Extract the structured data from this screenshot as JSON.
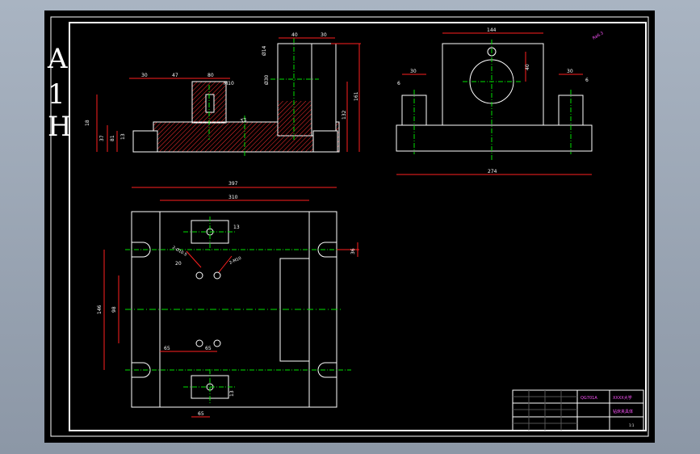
{
  "sheet": {
    "side_label": [
      "A",
      "1",
      "H"
    ],
    "note": "Ra6.3"
  },
  "front_view": {
    "dims": [
      "30",
      "47",
      "80",
      "M10",
      "40",
      "30",
      "Ø14",
      "Ø30",
      "161",
      "132",
      "18",
      "37",
      "81",
      "13",
      "T2"
    ]
  },
  "side_view": {
    "dims": [
      "144",
      "40",
      "30",
      "30",
      "6",
      "6",
      "274"
    ]
  },
  "top_view": {
    "dims": [
      "397",
      "310",
      "13",
      "36",
      "2-Ø10.5",
      "20",
      "2-M10",
      "146",
      "98",
      "65",
      "65",
      "13",
      "65"
    ]
  },
  "title_block": {
    "drawing_no": "QG701A",
    "name": "钻床夹具体",
    "school": "XXXX大学",
    "scale": "1:1"
  },
  "colors": {
    "line": "#ffffff",
    "dimension": "#ff2020",
    "center": "#00e000",
    "hatch": "#ff3030",
    "accent": "#ff55ff"
  }
}
